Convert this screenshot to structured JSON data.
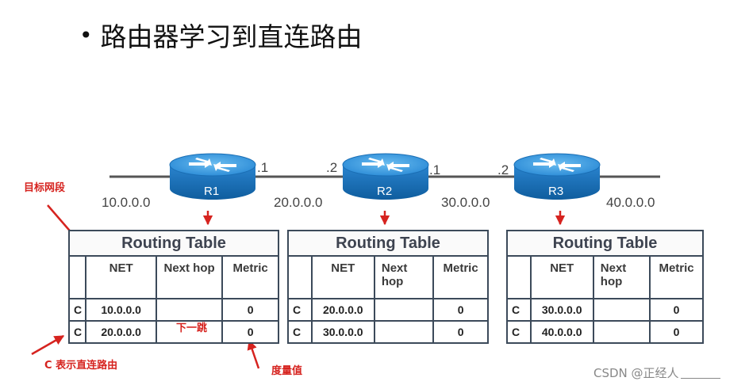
{
  "title": "路由器学习到直连路由",
  "networks": [
    "10.0.0.0",
    "20.0.0.0",
    "30.0.0.0",
    "40.0.0.0"
  ],
  "ports": [
    ".1",
    ".2",
    ".1",
    ".2"
  ],
  "routers": [
    {
      "name": "R1",
      "table": {
        "heading": "Routing Table",
        "columns": {
          "net": "NET",
          "next_hop": "Next hop",
          "metric": "Metric"
        },
        "rows": [
          {
            "flag": "C",
            "net": "10.0.0.0",
            "next_hop": "",
            "metric": "0"
          },
          {
            "flag": "C",
            "net": "20.0.0.0",
            "next_hop": "",
            "metric": "0"
          }
        ]
      }
    },
    {
      "name": "R2",
      "table": {
        "heading": "Routing Table",
        "columns": {
          "net": "NET",
          "next_hop": "Next hop",
          "metric": "Metric"
        },
        "rows": [
          {
            "flag": "C",
            "net": "20.0.0.0",
            "next_hop": "",
            "metric": "0"
          },
          {
            "flag": "C",
            "net": "30.0.0.0",
            "next_hop": "",
            "metric": "0"
          }
        ]
      }
    },
    {
      "name": "R3",
      "table": {
        "heading": "Routing Table",
        "columns": {
          "net": "NET",
          "next_hop": "Next hop",
          "metric": "Metric"
        },
        "rows": [
          {
            "flag": "C",
            "net": "30.0.0.0",
            "next_hop": "",
            "metric": "0"
          },
          {
            "flag": "C",
            "net": "40.0.0.0",
            "next_hop": "",
            "metric": "0"
          }
        ]
      }
    }
  ],
  "annotations": {
    "target_segment": "目标网段",
    "next_hop": "下一跳",
    "direct_route": "C 表示直连路由",
    "metric": "度量值"
  },
  "colors": {
    "router_body": "#1c77c3",
    "router_top": "#4ba3de",
    "arrow": "#d6231f",
    "table_border": "#3c4a5a"
  },
  "watermark": "CSDN @正经人"
}
